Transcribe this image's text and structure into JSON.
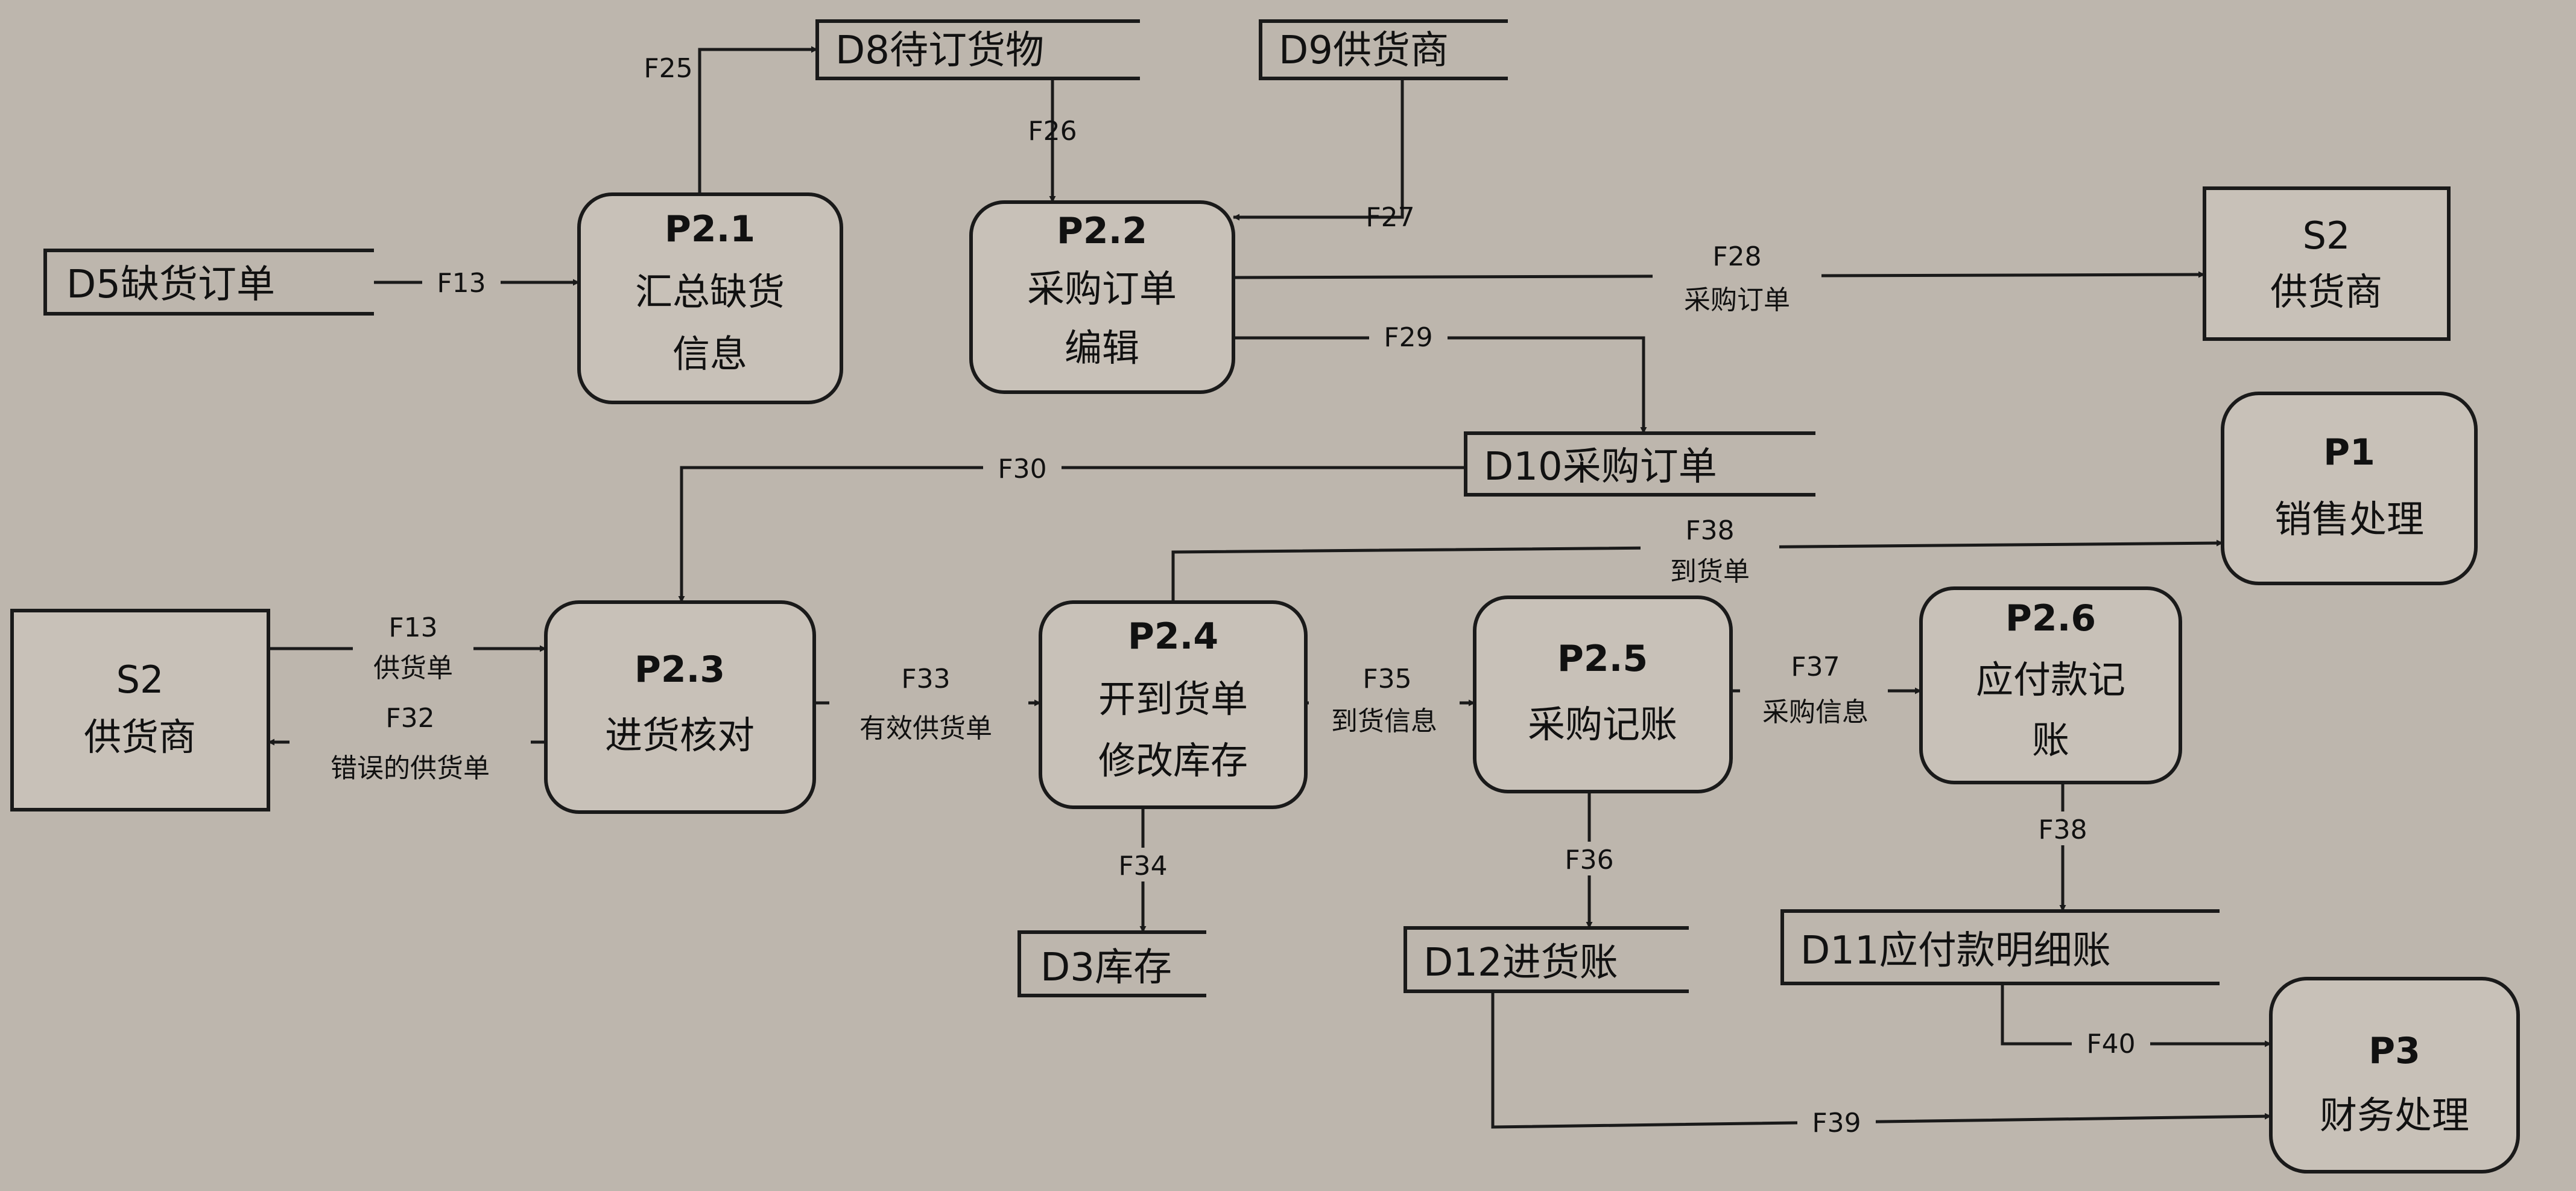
{
  "processes": {
    "p21": {
      "id": "P2.1",
      "line1": "汇总缺货",
      "line2": "信息"
    },
    "p22": {
      "id": "P2.2",
      "line1": "采购订单",
      "line2": "编辑"
    },
    "p23": {
      "id": "P2.3",
      "line1": "进货核对"
    },
    "p24": {
      "id": "P2.4",
      "line1": "开到货单",
      "line2": "修改库存"
    },
    "p25": {
      "id": "P2.5",
      "line1": "采购记账"
    },
    "p26": {
      "id": "P2.6",
      "line1": "应付款记",
      "line2": "账"
    },
    "p1": {
      "id": "P1",
      "line1": "销售处理"
    },
    "p3": {
      "id": "P3",
      "line1": "财务处理"
    }
  },
  "entities": {
    "s2_right": {
      "id": "S2",
      "name": "供货商"
    },
    "s2_left": {
      "id": "S2",
      "name": "供货商"
    }
  },
  "stores": {
    "d5": "D5缺货订单",
    "d8": "D8待订货物",
    "d9": "D9供货商",
    "d10": "D10采购订单",
    "d3": "D3库存",
    "d12": "D12进货账",
    "d11": "D11应付款明细账"
  },
  "flows": {
    "f13a": "F13",
    "f25": "F25",
    "f26": "F26",
    "f27": "F27",
    "f28": "F28",
    "f28_label": "采购订单",
    "f29": "F29",
    "f30": "F30",
    "f38a": "F38",
    "f38a_label": "到货单",
    "f13b": "F13",
    "f13b_label": "供货单",
    "f32": "F32",
    "f32_label": "错误的供货单",
    "f33": "F33",
    "f33_label": "有效供货单",
    "f35": "F35",
    "f35_label": "到货信息",
    "f37": "F37",
    "f37_label": "采购信息",
    "f34": "F34",
    "f36": "F36",
    "f38b": "F38",
    "f40": "F40",
    "f39": "F39"
  }
}
